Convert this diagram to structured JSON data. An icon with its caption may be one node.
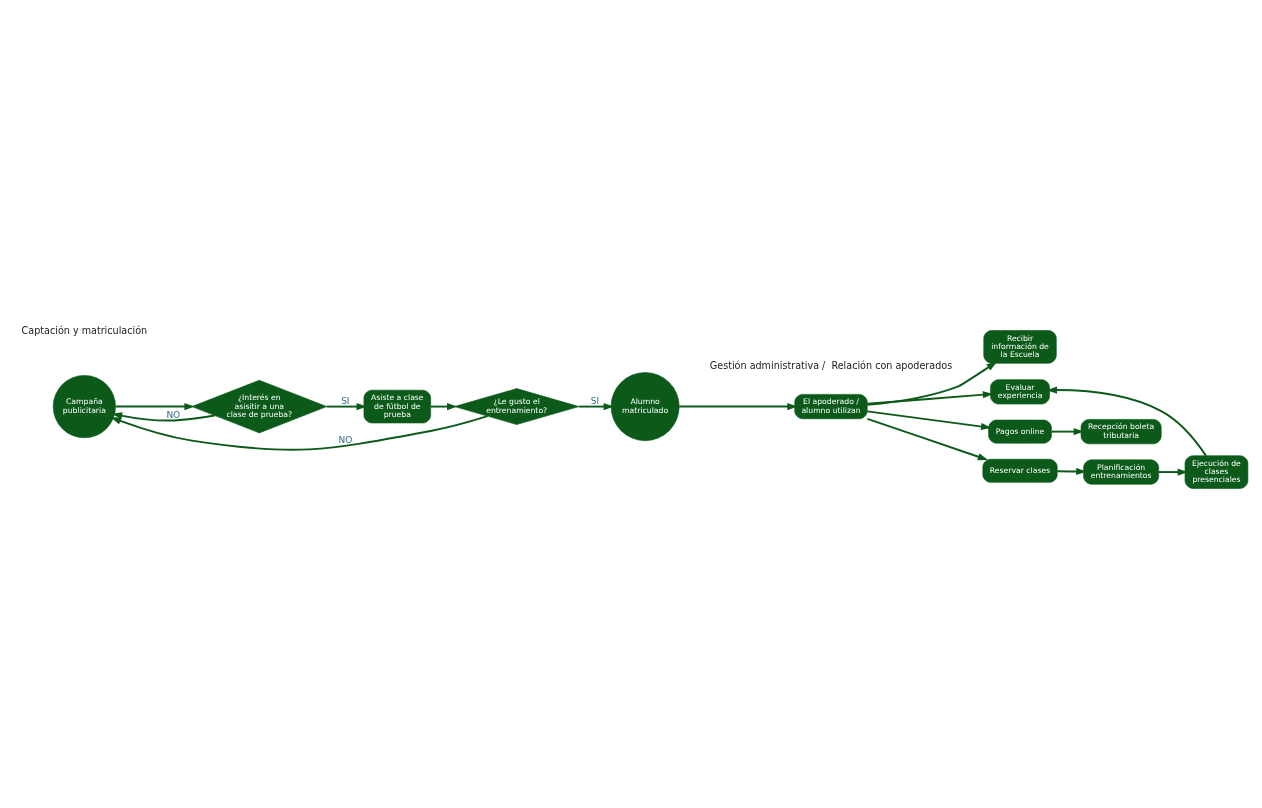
{
  "diagram": {
    "nodes": [
      {
        "text": [
          "Campaña publicitaria"
        ]
      },
      {
        "text": [
          "¿Interés en asisitir a una clase de prueba?"
        ]
      },
      {
        "text": [
          "Asiste a clase de fútbol de prueba"
        ]
      },
      {
        "text": [
          "¿Le gusto el entrenamiento?"
        ]
      },
      {
        "text": [
          "Alumno matriculado"
        ]
      },
      {
        "text": [
          "El apoderado / alumno utilizan"
        ]
      },
      {
        "text": [
          "Recibir información de la Escuela"
        ]
      },
      {
        "text": [
          "Evaluar experiencia"
        ]
      },
      {
        "text": [
          "Pagos online"
        ]
      },
      {
        "text": [
          "Recepción boleta tributaria"
        ]
      },
      {
        "text": [
          "Reservar clases"
        ]
      },
      {
        "text": [
          "Planificación entrenamientos"
        ]
      },
      {
        "text": [
          "Ejecución de clases presenciales"
        ]
      }
    ],
    "edges": [
      {
        "from": 0,
        "to": 1,
        "arrow": "to"
      },
      {
        "from": 1,
        "to": 2,
        "arrow": "to",
        "label": "SI"
      },
      {
        "from": 2,
        "to": 3,
        "arrow": "to"
      },
      {
        "from": 3,
        "to": 4,
        "arrow": "to",
        "label": "SI"
      },
      {
        "from": 1,
        "to": 0,
        "arrow": "to",
        "label": "NO"
      },
      {
        "from": 3,
        "to": 0,
        "arrow": "to",
        "label": "NO"
      },
      {
        "from": 4,
        "to": 5,
        "arrow": "to"
      },
      {
        "from": 5,
        "to": 6,
        "arrow": "to"
      },
      {
        "from": 5,
        "to": 7,
        "arrow": "to"
      },
      {
        "from": 5,
        "to": 8,
        "arrow": "to"
      },
      {
        "from": 5,
        "to": 10,
        "arrow": "to"
      },
      {
        "from": 8,
        "to": 9,
        "arrow": "to"
      },
      {
        "from": 10,
        "to": 11,
        "arrow": "to"
      },
      {
        "from": 11,
        "to": 12,
        "arrow": "to"
      },
      {
        "from": 12,
        "to": 7,
        "arrow": "to"
      }
    ],
    "labels": [
      "Captación y matriculación",
      "Gestión administrativa /  Relación con apoderados"
    ]
  }
}
